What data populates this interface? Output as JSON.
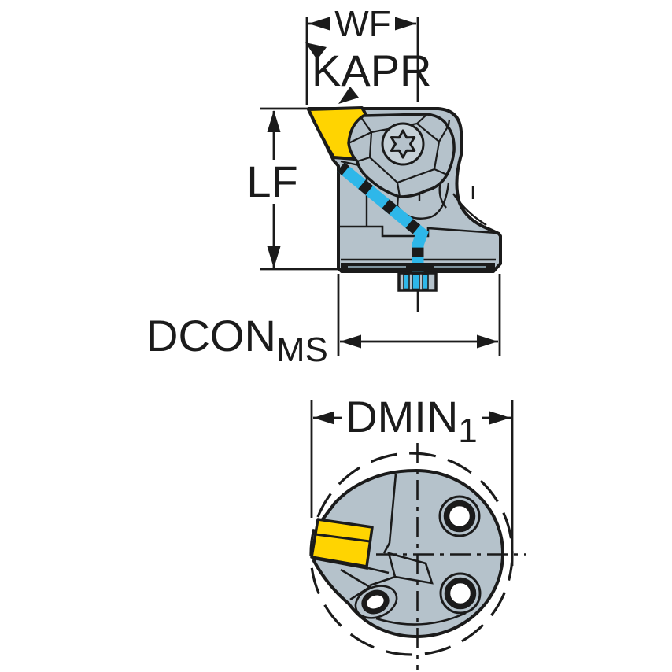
{
  "figure": {
    "description": "Tool head dimension drawing, side view and front view",
    "colors": {
      "outline": "#1b1b1b",
      "body": "#b5c2cb",
      "insert": "#ffd401",
      "coolant": "#2eb7e9",
      "screw": "#c6d1d8",
      "band_hl": "#7f949f",
      "paper": "#ffffff"
    },
    "dimensions": {
      "wf": {
        "label": "WF"
      },
      "kapr": {
        "label": "KAPR"
      },
      "lf": {
        "label": "LF"
      },
      "dcon": {
        "label": "DCON",
        "sub": "MS"
      },
      "dmin": {
        "label": "DMIN",
        "sub": "1"
      }
    }
  }
}
